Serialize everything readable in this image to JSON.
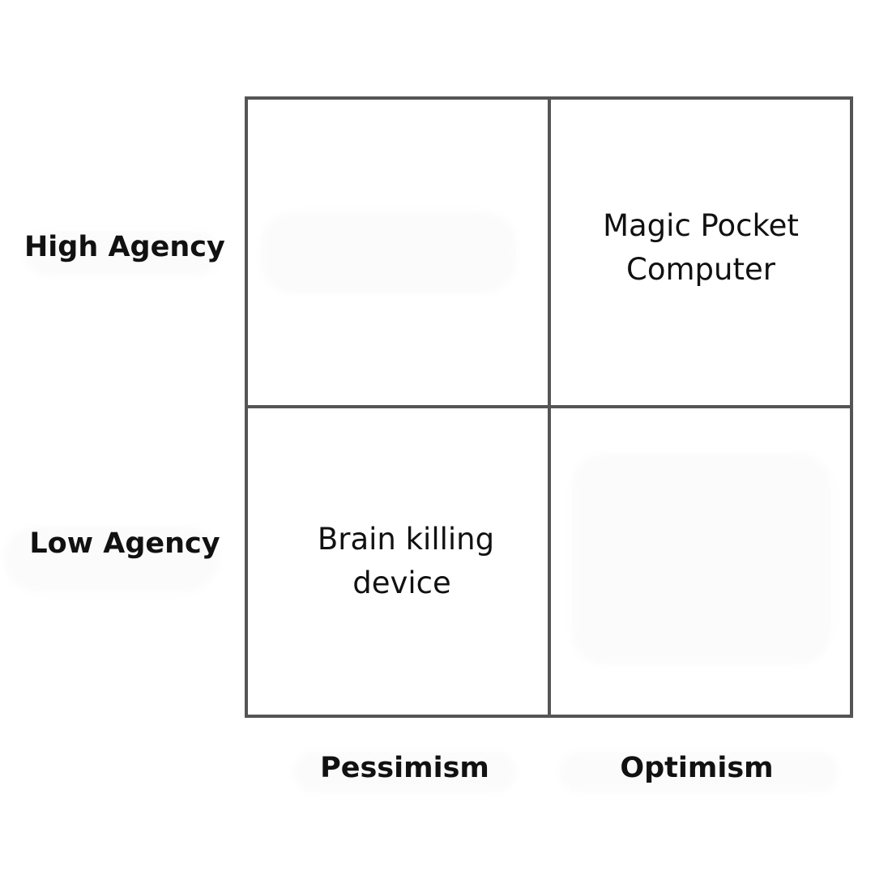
{
  "rows": {
    "top": "High Agency",
    "bottom": "Low Agency"
  },
  "columns": {
    "left": "Pessimism",
    "right": "Optimism"
  },
  "cells": {
    "top_left": "",
    "top_right_line1": "Magic Pocket",
    "top_right_line2": "Computer",
    "bottom_left_line1": "Brain killing",
    "bottom_left_line2": "device",
    "bottom_right": ""
  },
  "colors": {
    "grid_line": "#555555",
    "text": "#111111",
    "background": "#ffffff"
  }
}
